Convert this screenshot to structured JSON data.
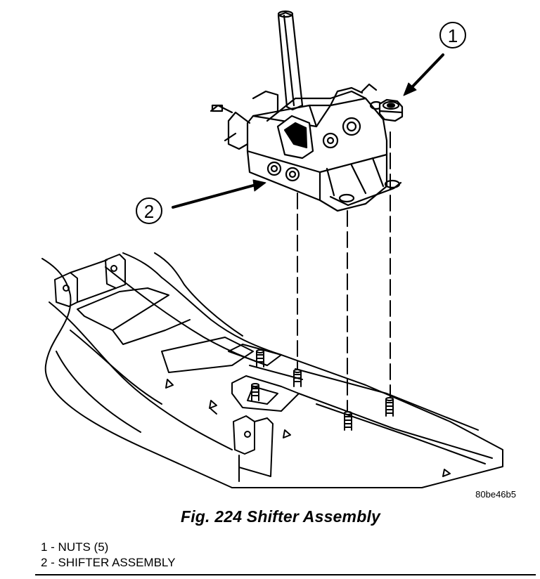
{
  "figure": {
    "image_code": "80be46b5",
    "callouts": [
      {
        "number": "1",
        "target": "nuts"
      },
      {
        "number": "2",
        "target": "shifter-assembly"
      }
    ]
  },
  "caption": "Fig. 224 Shifter Assembly",
  "legend": [
    {
      "text": "1 - NUTS (5)"
    },
    {
      "text": "2 - SHIFTER ASSEMBLY"
    }
  ]
}
